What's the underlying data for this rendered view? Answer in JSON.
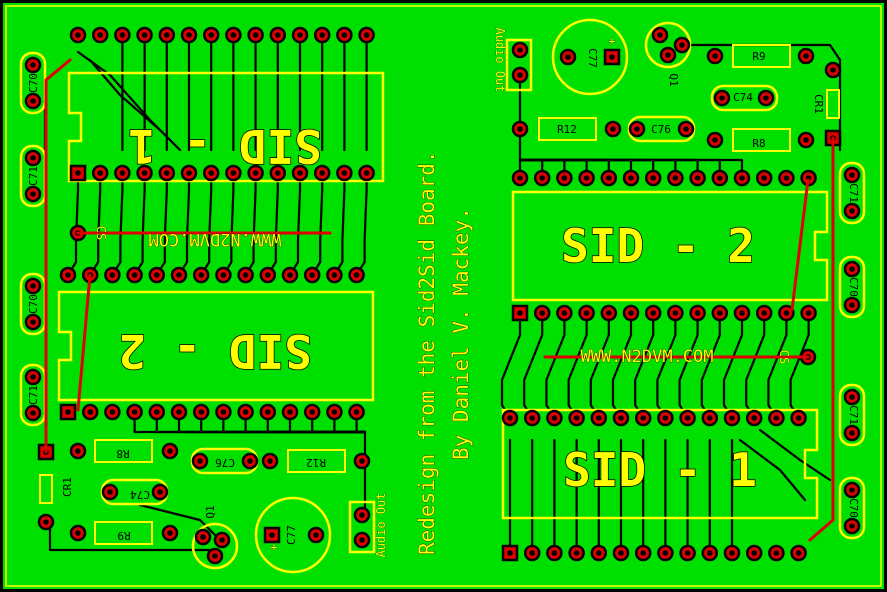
{
  "colors": {
    "board": "#00e000",
    "silkscreen": "#ffff00",
    "pad": "#e00000",
    "trace": "#000000",
    "top_trace": "#e00000"
  },
  "credits": {
    "line1": "Redesign from the Sid2Sid Board.",
    "line2": "By Daniel V. Mackey."
  },
  "left": {
    "chip1": "SID - 1",
    "chip2": "SID - 2",
    "url": "WWW.N2DVM.COM",
    "cs": "CS",
    "caps": {
      "c70a": "C70",
      "c71a": "C71",
      "c70b": "C70",
      "c71b": "C71"
    },
    "parts": {
      "r8": "R8",
      "r9": "R9",
      "r12": "R12",
      "c74": "C74",
      "c76": "C76",
      "c77": "C77",
      "q1": "Q1",
      "cr1": "CR1",
      "plus": "+"
    },
    "audio": "Audio Out"
  },
  "right": {
    "chip1": "SID - 1",
    "chip2": "SID - 2",
    "url": "WWW.N2DVM.COM",
    "cs": "CS",
    "caps": {
      "c71a": "C71",
      "c70a": "C70",
      "c71b": "C71",
      "c70b": "C70"
    },
    "parts": {
      "r8": "R8",
      "r9": "R9",
      "r12": "R12",
      "c74": "C74",
      "c76": "C76",
      "c77": "C77",
      "q1": "Q1",
      "cr1": "CR1",
      "plus": "+"
    },
    "audio": "Audio Out"
  }
}
